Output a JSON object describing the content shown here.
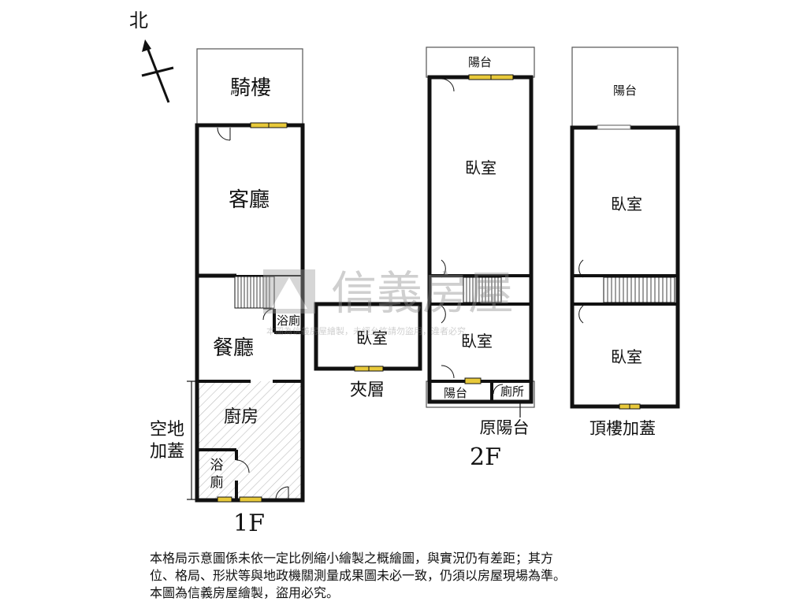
{
  "compass": {
    "label": "北"
  },
  "floor1": {
    "caption": "1F",
    "rooms": {
      "arcade": "騎樓",
      "living": "客廳",
      "bath_upper": "浴廁",
      "dining": "餐廳",
      "kitchen": "廚房",
      "bath_lower_1": "浴",
      "bath_lower_2": "廁"
    },
    "side_label_1": "空地",
    "side_label_2": "加蓋"
  },
  "mezzanine": {
    "room": "臥室",
    "caption": "夾層"
  },
  "floor2": {
    "caption": "2F",
    "rooms": {
      "balcony_top": "陽台",
      "bedroom_front": "臥室",
      "bedroom_back": "臥室",
      "balcony_bottom": "陽台",
      "toilet": "廁所"
    },
    "callout": "原陽台"
  },
  "rooftop": {
    "caption": "頂樓加蓋",
    "rooms": {
      "balcony": "陽台",
      "bedroom_front": "臥室",
      "bedroom_back": "臥室"
    }
  },
  "watermark": {
    "brand": "信義房屋",
    "notice": "本圖為信義房屋繪製，未經允許請勿盜用，違者必究"
  },
  "disclaimer": {
    "line1": "本格局示意圖係未依一定比例縮小繪製之概繪圖，與實況仍有差距；其方",
    "line2": "位、格局、形狀等與地政機關測量成果圖未必一致，仍須以房屋現場為準。",
    "line3": "本圖為信義房屋繪製，盜用必究。"
  }
}
